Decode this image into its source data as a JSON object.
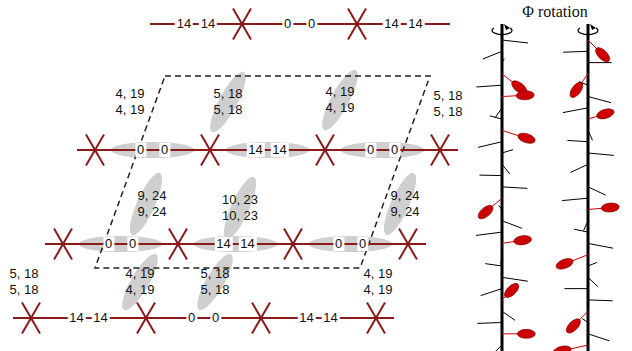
{
  "diagram": {
    "labels": [
      "Φ rotation",
      "14",
      "14",
      "0",
      "0",
      "14",
      "14",
      "4, 19",
      "4, 19",
      "5, 18",
      "5, 18",
      "4, 19",
      "4, 19",
      "5, 18",
      "5, 18",
      "0",
      "0",
      "14",
      "14",
      "0",
      "0",
      "9, 24",
      "9, 24",
      "10, 23",
      "10, 23",
      "9, 24",
      "9, 24",
      "0",
      "0",
      "14",
      "14",
      "0",
      "0",
      "5, 18",
      "5, 18",
      "4, 19",
      "4, 19",
      "5, 18",
      "5, 18",
      "4, 19",
      "4, 19",
      "14",
      "14",
      "0",
      "0",
      "14",
      "14"
    ]
  }
}
